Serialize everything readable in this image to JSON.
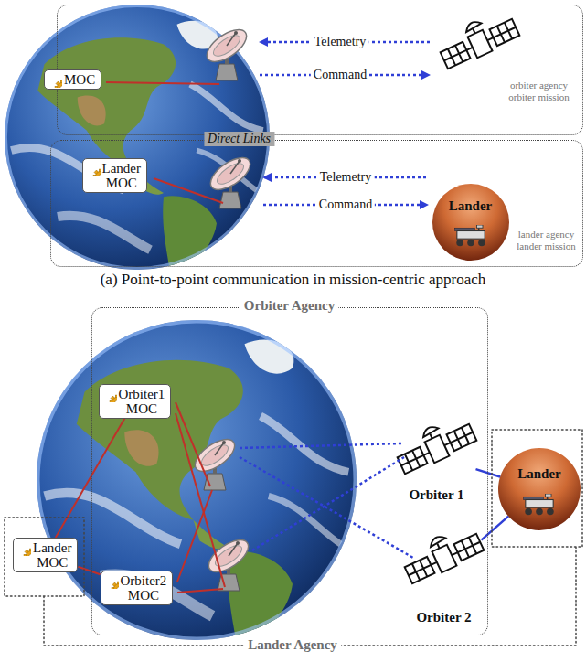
{
  "diagram": {
    "caption": "(a) Point-to-point communication in mission-centric approach",
    "nodes": [
      {
        "text": [
          "orbiter agency",
          "orbiter mission"
        ]
      },
      {
        "text": [
          "MOC"
        ]
      },
      {
        "text": [
          "Direct Links",
          "lander agency",
          "lander mission"
        ]
      },
      {
        "text": [
          "Lander MOC"
        ],
        "in": 2
      },
      {
        "text": [
          "Lander"
        ],
        "in": 2
      },
      {
        "text": [
          "Orbiter Agency"
        ]
      },
      {
        "text": [
          "Orbiter1 MOC"
        ],
        "in": 5
      },
      {
        "text": [
          "Orbiter 1"
        ],
        "in": 5
      },
      {
        "text": [
          "Orbiter2 MOC"
        ],
        "in": 5
      },
      {
        "text": [
          "Orbiter 2"
        ],
        "in": 5
      },
      {
        "text": [
          "Lander Agency"
        ]
      },
      {
        "text": [
          "Lander MOC"
        ],
        "in": 10
      },
      {
        "text": [
          "Lander"
        ],
        "in": 10
      }
    ],
    "edges": [
      {
        "from": 6,
        "to": 11,
        "arrow": "none"
      },
      {
        "from": 11,
        "to": 8,
        "arrow": "none"
      },
      {
        "from": 7,
        "to": 12,
        "arrow": "none"
      },
      {
        "from": 9,
        "to": 12,
        "arrow": "none"
      }
    ],
    "labels": [
      "Telemetry",
      "Command",
      "Telemetry",
      "Command"
    ]
  }
}
